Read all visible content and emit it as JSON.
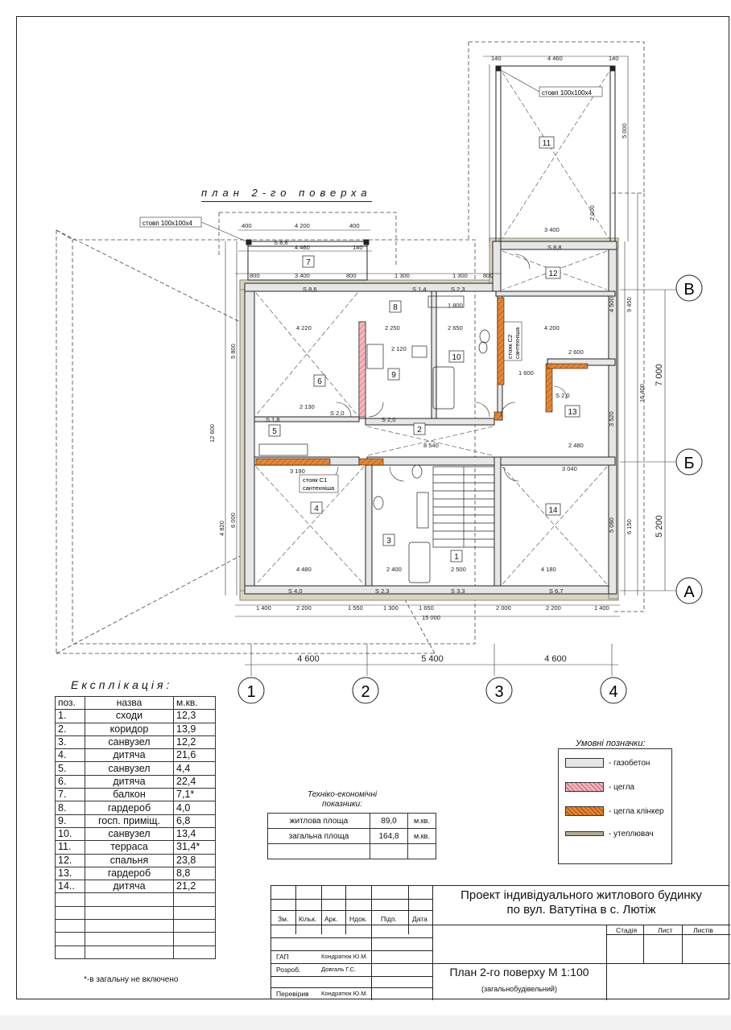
{
  "plan_title": "план 2-го поверха",
  "post_label_top": "стовп 100х100х4",
  "post_label_left": "стовп 100х100х4",
  "riser_c1": [
    "стояк С1",
    "сантехніша"
  ],
  "riser_c2": [
    "стояк С2",
    "сантехніша"
  ],
  "axes": {
    "columns": [
      "1",
      "2",
      "3",
      "4"
    ],
    "rows": [
      "В",
      "Б",
      "А"
    ],
    "column_spacing": [
      "4 600",
      "5 400",
      "4 600"
    ],
    "row_spacing": [
      "7 000",
      "5 200"
    ],
    "overall_height": "12 600"
  },
  "rooms": [
    {
      "num": "1",
      "area": "S 3,3"
    },
    {
      "num": "2",
      "area": "S 2,0"
    },
    {
      "num": "3",
      "area": "S 2,3"
    },
    {
      "num": "4",
      "area": "S 4,0"
    },
    {
      "num": "5",
      "area": "S 1,8"
    },
    {
      "num": "6",
      "area": "S 8,6"
    },
    {
      "num": "7",
      "area": "S 8,6"
    },
    {
      "num": "8",
      "area": "S 1,4"
    },
    {
      "num": "9",
      "area": "S 2,0"
    },
    {
      "num": "10",
      "area": "S 2,3"
    },
    {
      "num": "11",
      "area": ""
    },
    {
      "num": "12",
      "area": "S 8,8"
    },
    {
      "num": "13",
      "area": "S 2,0"
    },
    {
      "num": "14",
      "area": "S 6,7"
    }
  ],
  "dims": {
    "terrace_top": [
      "140",
      "4 460",
      "140"
    ],
    "terrace_width": "3 400",
    "balcony_top": [
      "400",
      "4 200",
      "400"
    ],
    "balcony_inner": [
      "4 460",
      "140"
    ],
    "top_row": [
      "800",
      "3 400",
      "800",
      "1 300",
      "1 300",
      "800"
    ],
    "bottom_row": [
      "1 400",
      "2 200",
      "1 550",
      "1 300",
      "1 650",
      "2 000",
      "2 200",
      "1 400"
    ],
    "overall_width": "15 000",
    "inner": [
      "4 220",
      "2 250",
      "2 650",
      "4 200",
      "4 480",
      "2 400",
      "2 500",
      "4 180",
      "8 540",
      "3 190",
      "2 130",
      "3 040",
      "2 480",
      "2 600",
      "1 800",
      "2 120",
      "1 600"
    ],
    "right_side": [
      "4 500",
      "3 520",
      "5 080",
      "6 150",
      "9 450",
      "16 400",
      "2 000",
      "5 000"
    ],
    "left_side": [
      "5 800",
      "6 000",
      "4 820",
      "12 600"
    ]
  },
  "explication": {
    "title": "Експлікація:",
    "headers": [
      "поз.",
      "назва",
      "м.кв."
    ],
    "rows": [
      [
        "1.",
        "сходи",
        "12,3"
      ],
      [
        "2.",
        "коридор",
        "13,9"
      ],
      [
        "3.",
        "санвузел",
        "12,2"
      ],
      [
        "4.",
        "дитяча",
        "21,6"
      ],
      [
        "5.",
        "санвузел",
        "4,4"
      ],
      [
        "6.",
        "дитяча",
        "22,4"
      ],
      [
        "7.",
        "балкон",
        "7,1*"
      ],
      [
        "8.",
        "гардероб",
        "4,0"
      ],
      [
        "9.",
        "госп. приміщ.",
        "6,8"
      ],
      [
        "10.",
        "санвузел",
        "13,4"
      ],
      [
        "11.",
        "терраса",
        "31,4*"
      ],
      [
        "12.",
        "спальня",
        "23,8"
      ],
      [
        "13.",
        "гардероб",
        "8,8"
      ],
      [
        "14..",
        "дитяча",
        "21,2"
      ],
      [
        "",
        "",
        ""
      ],
      [
        "",
        "",
        ""
      ],
      [
        "",
        "",
        ""
      ],
      [
        "",
        "",
        ""
      ],
      [
        "",
        "",
        ""
      ]
    ],
    "footnote": "*-в загальну не включено"
  },
  "indicators": {
    "title": [
      "Техніко-економічні",
      "показники:"
    ],
    "rows": [
      [
        "житлова площа",
        "89,0",
        "м.кв."
      ],
      [
        "загальна площа",
        "164,8",
        "м.кв."
      ],
      [
        "",
        "",
        ""
      ]
    ]
  },
  "legend": {
    "title": "Умовні позначки:",
    "items": [
      {
        "label": "- газобетон",
        "color": "#e6e6e6"
      },
      {
        "label": "- цегла",
        "color": "#f3b7bd"
      },
      {
        "label": "- цегла клінкер",
        "color": "#e8852e"
      },
      {
        "label": "- утеплювач",
        "color": "#b3ac95"
      }
    ]
  },
  "stamp": {
    "project_title": [
      "Проект індивідуального житлового будинку",
      "по вул. Ватутіна в с. Лютіж"
    ],
    "columns": [
      "Зм.",
      "Кільк.",
      "Арк.",
      "Ндок.",
      "Підп.",
      "Дата"
    ],
    "stage_headers": [
      "Стадія",
      "Лист",
      "Листів"
    ],
    "roles": [
      {
        "role": "ГАП",
        "name": "Кондратюк Ю.М."
      },
      {
        "role": "Розроб.",
        "name": "Довгаль Г.С."
      },
      {
        "role": "",
        "name": ""
      },
      {
        "role": "Перевірив",
        "name": "Кондратюк Ю.М."
      }
    ],
    "sheet_title": "План 2-го поверху М 1:100",
    "sheet_subtitle": "(загальнобудівельний)"
  }
}
